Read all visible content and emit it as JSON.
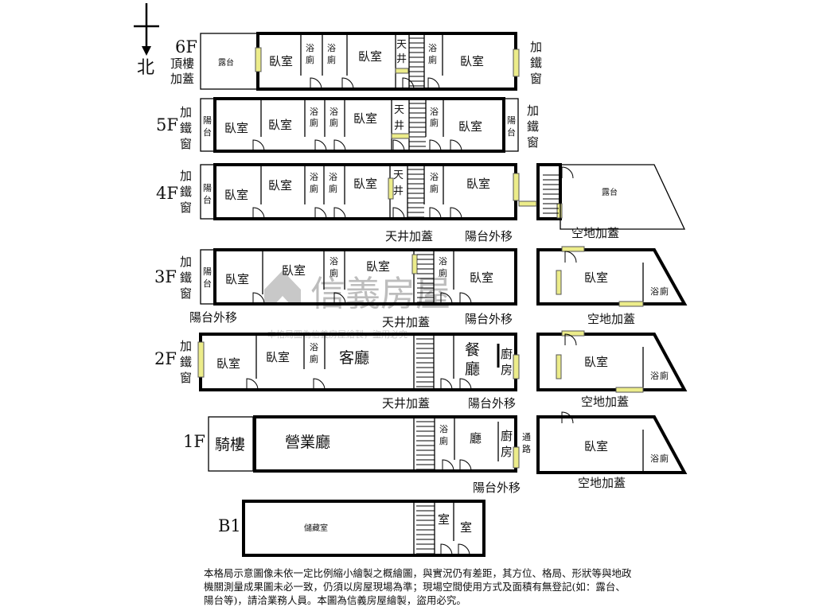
{
  "north": "北",
  "floors": {
    "f6": "6F",
    "f6_sub1": "頂樓",
    "f6_sub2": "加蓋",
    "f5": "5F",
    "f4": "4F",
    "f3": "3F",
    "f2": "2F",
    "f1": "1F",
    "b1": "B1"
  },
  "rooms": {
    "bedroom": "臥室",
    "bath_a": "浴",
    "bath_b": "廁",
    "lightwell_a": "天",
    "lightwell_b": "井",
    "terrace": "露台",
    "balcony_a": "陽",
    "balcony_b": "台",
    "living": "客廳",
    "dining_a": "餐",
    "dining_b": "廳",
    "kitchen_a": "廚",
    "kitchen_b": "房",
    "arcade": "騎樓",
    "business_hall": "營業廳",
    "hall": "廳",
    "passage_a": "通",
    "passage_b": "路",
    "room": "室",
    "storage": "儲藏室"
  },
  "side_notes": {
    "iron_window_a": "加",
    "iron_window_b": "鐵",
    "iron_window_c": "窗",
    "lightwell_added": "天井加蓋",
    "balcony_moved": "陽台外移",
    "vacant_added": "空地加蓋"
  },
  "watermark": {
    "brand": "信義房屋",
    "subline": "本格局圖為信義房屋繪製，盜用必究"
  },
  "disclaimer": "本格局示意圖像未依一定比例縮小繪製之概繪圖，與實況仍有差距，其方位、格局、形狀等與地政機關測量成果圖未必一致，仍須以房屋現場為準；現場空間使用方式及面積有無登記(如：露台、陽台等)，請洽業務人員。本圖為信義房屋繪製，盜用必究。"
}
